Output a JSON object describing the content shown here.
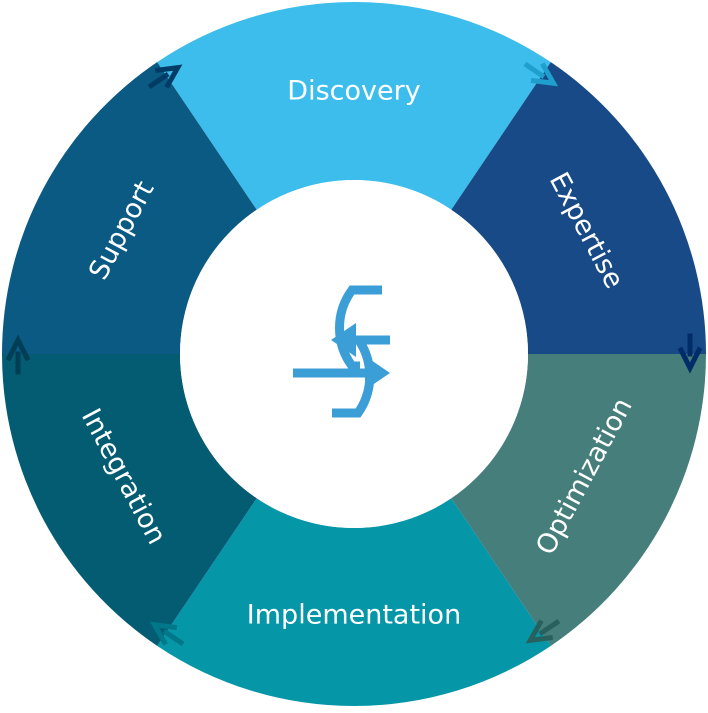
{
  "segments": [
    {
      "label": "Discovery",
      "color": "#3dbdec"
    },
    {
      "label": "Expertise",
      "color": "#174a86"
    },
    {
      "label": "Optimization",
      "color": "#467e7c"
    },
    {
      "label": "Implementation",
      "color": "#0596a8"
    },
    {
      "label": "Integration",
      "color": "#045c73"
    },
    {
      "label": "Support",
      "color": "#0a5a84"
    }
  ],
  "colors": {
    "center_fill": "#ffffff",
    "center_icon": "#3b9ed6",
    "label_text": "#ffffff"
  },
  "center": {
    "icon": "sync-arrows-icon"
  }
}
